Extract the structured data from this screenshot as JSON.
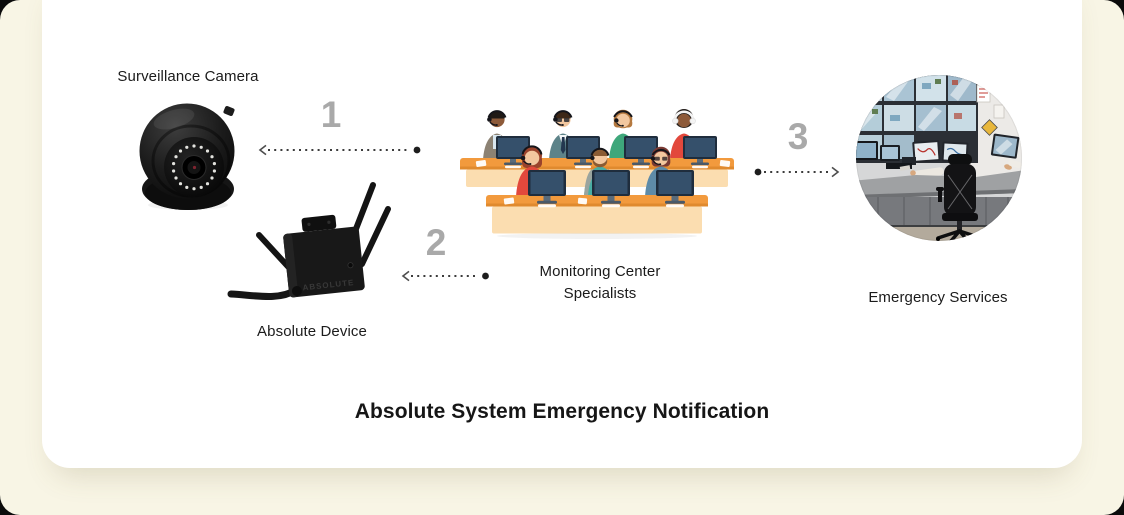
{
  "title": "Absolute System Emergency Notification",
  "nodes": {
    "camera": {
      "label": "Surveillance Camera",
      "image_alt": "black dome surveillance camera"
    },
    "device": {
      "label": "Absolute Device",
      "engraving": "ABSOLUTE",
      "image_alt": "black gateway box with four antennas"
    },
    "monitoring": {
      "label_line1": "Monitoring Center",
      "label_line2": "Specialists",
      "image_alt": "seven specialists with headsets at tiered desks with monitors"
    },
    "emergency": {
      "label": "Emergency Services",
      "image_alt": "control-room operator in chair facing a video wall"
    }
  },
  "connections": [
    {
      "step": "1",
      "from": "monitoring",
      "to": "camera",
      "direction": "left",
      "style": "dotted"
    },
    {
      "step": "2",
      "from": "monitoring",
      "to": "device",
      "direction": "left",
      "style": "dotted"
    },
    {
      "step": "3",
      "from": "monitoring",
      "to": "emergency",
      "direction": "right",
      "style": "dotted"
    }
  ],
  "colors": {
    "page_background": "#f8f5e5",
    "card_background": "#ffffff",
    "step_number": "#a9a9a9",
    "label_text": "#1b1b1b",
    "arrow": "#3c3c3c",
    "desk_orange": "#F29A3D",
    "desk_front": "#FBDDB0",
    "monitor_navy": "#1F2D3D"
  }
}
